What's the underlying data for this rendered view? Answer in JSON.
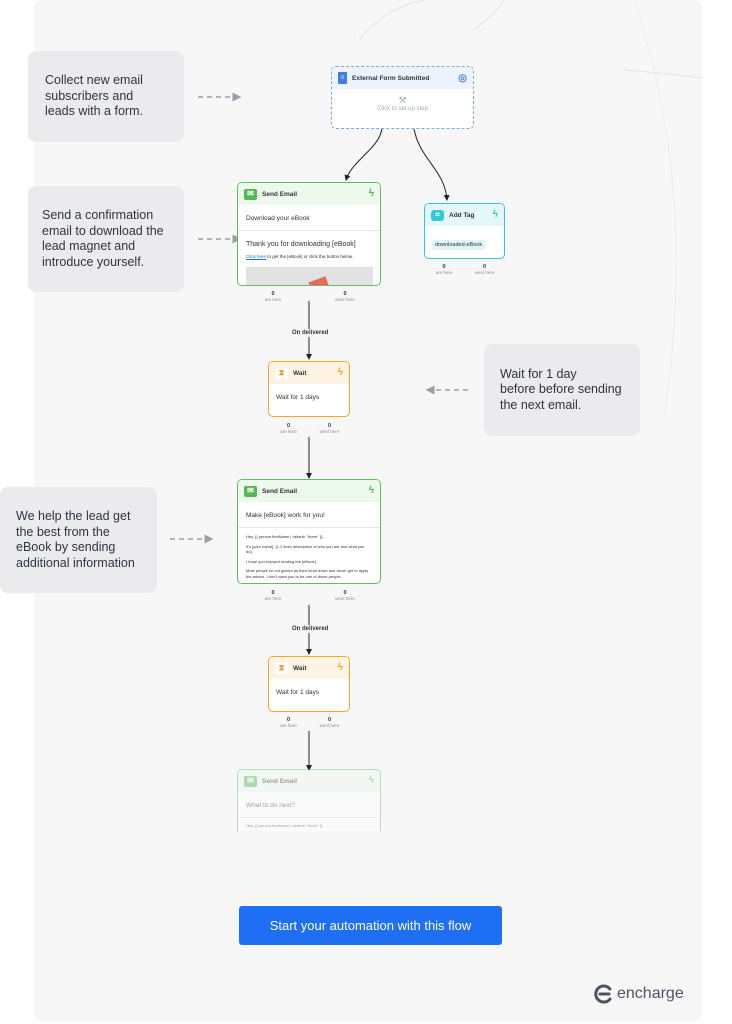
{
  "notes": [
    {
      "text": "Collect new email\nsubscribers and\nleads with a form."
    },
    {
      "text": "Send a confirmation\nemail to download the\nlead magnet and\nintroduce yourself."
    },
    {
      "text": "Wait for 1 day\nbefore before sending\nthe next email."
    },
    {
      "text": "We help the lead get\nthe best from the\neBook by sending\nadditional information"
    }
  ],
  "trigger": {
    "title": "External Form Submitted",
    "hint": "Click to set up step",
    "icon": "form-document-icon",
    "settings_icon": "settings-target-icon"
  },
  "send_email_1": {
    "title": "Send Email",
    "subject": "Download your eBook",
    "heading": "Thank you for downloading [eBook]",
    "link_text": "Click here",
    "line_rest": "to get the [eBook] or click the button below.",
    "icon": "envelope-icon",
    "stats": [
      {
        "value": "0",
        "label": "are here"
      },
      {
        "value": "0",
        "label": "went here"
      }
    ]
  },
  "add_tag": {
    "title": "Add Tag",
    "tag": "downloaded-eBook",
    "icon": "tag-icon",
    "stats": [
      {
        "value": "0",
        "label": "are here"
      },
      {
        "value": "0",
        "label": "went here"
      }
    ]
  },
  "branch_labels": [
    "On delivered",
    "On delivered"
  ],
  "wait_1": {
    "title": "Wait",
    "body": "Wait for 1 days",
    "icon": "hourglass-icon",
    "stats": [
      {
        "value": "0",
        "label": "are here"
      },
      {
        "value": "0",
        "label": "went here"
      }
    ]
  },
  "send_email_2": {
    "title": "Send Email",
    "subject": "Make [eBook] work for you!",
    "lines": [
      "Hey, {{ person.firstName | default: \"there\" }},",
      "It's [your name], [1-2 lines description of who you are and what you do].",
      "I hope you enjoyed reading the [eBook].",
      "Most people so not guides as their head down and never get to apply the advice. I don't want you to be one of those people."
    ],
    "stats": [
      {
        "value": "0",
        "label": "are here"
      },
      {
        "value": "0",
        "label": "went here"
      }
    ]
  },
  "wait_2": {
    "title": "Wait",
    "body": "Wait for 1 days",
    "stats": [
      {
        "value": "0",
        "label": "are here"
      },
      {
        "value": "0",
        "label": "went here"
      }
    ]
  },
  "send_email_3": {
    "title": "Send Email",
    "subject": "What to do next?",
    "line": "Hey, {{ person.firstName | default: \"there\" }},"
  },
  "cta": {
    "label": "Start your automation with this flow"
  },
  "brand": {
    "name": "encharge",
    "icon": "encharge-logo-icon"
  },
  "colors": {
    "accent": "#1f6ff5",
    "email": "#52b755",
    "wait": "#f5a623",
    "tag": "#30c7d6",
    "trigger": "#7aa7ea"
  }
}
